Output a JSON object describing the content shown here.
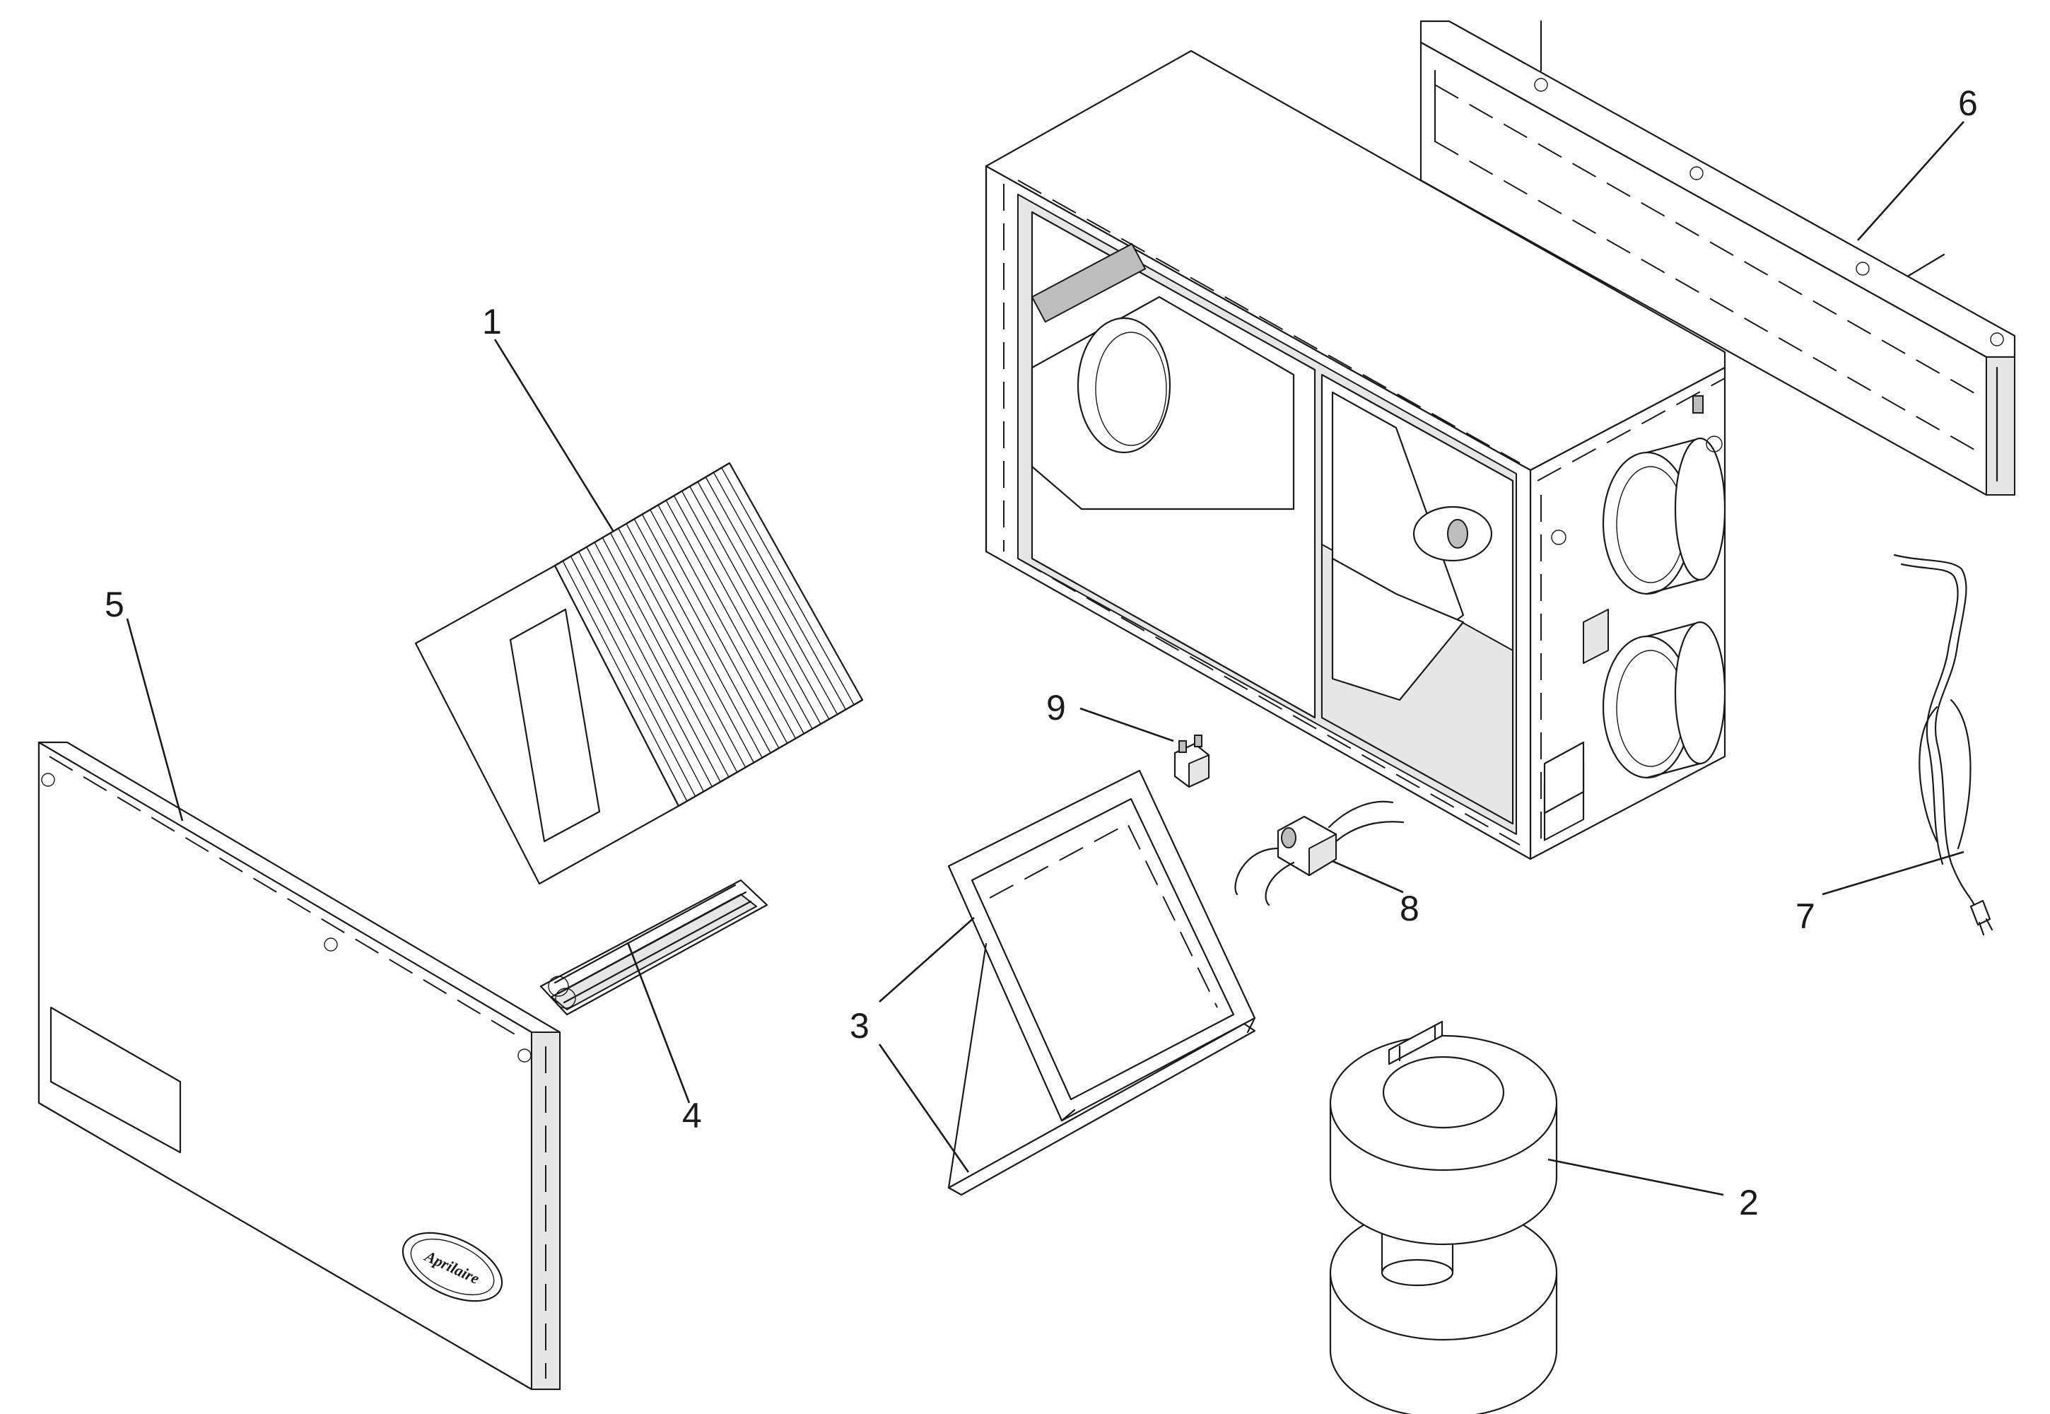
{
  "callouts": [
    {
      "id": "1",
      "label": "1"
    },
    {
      "id": "2",
      "label": "2"
    },
    {
      "id": "3",
      "label": "3"
    },
    {
      "id": "4",
      "label": "4"
    },
    {
      "id": "5",
      "label": "5"
    },
    {
      "id": "6",
      "label": "6"
    },
    {
      "id": "7",
      "label": "7"
    },
    {
      "id": "8",
      "label": "8"
    },
    {
      "id": "9",
      "label": "9"
    }
  ],
  "logo": {
    "text": "Aprilaire"
  },
  "colors": {
    "line": "#1a1a1a",
    "background": "#ffffff",
    "shade": "#e6e6e6"
  }
}
